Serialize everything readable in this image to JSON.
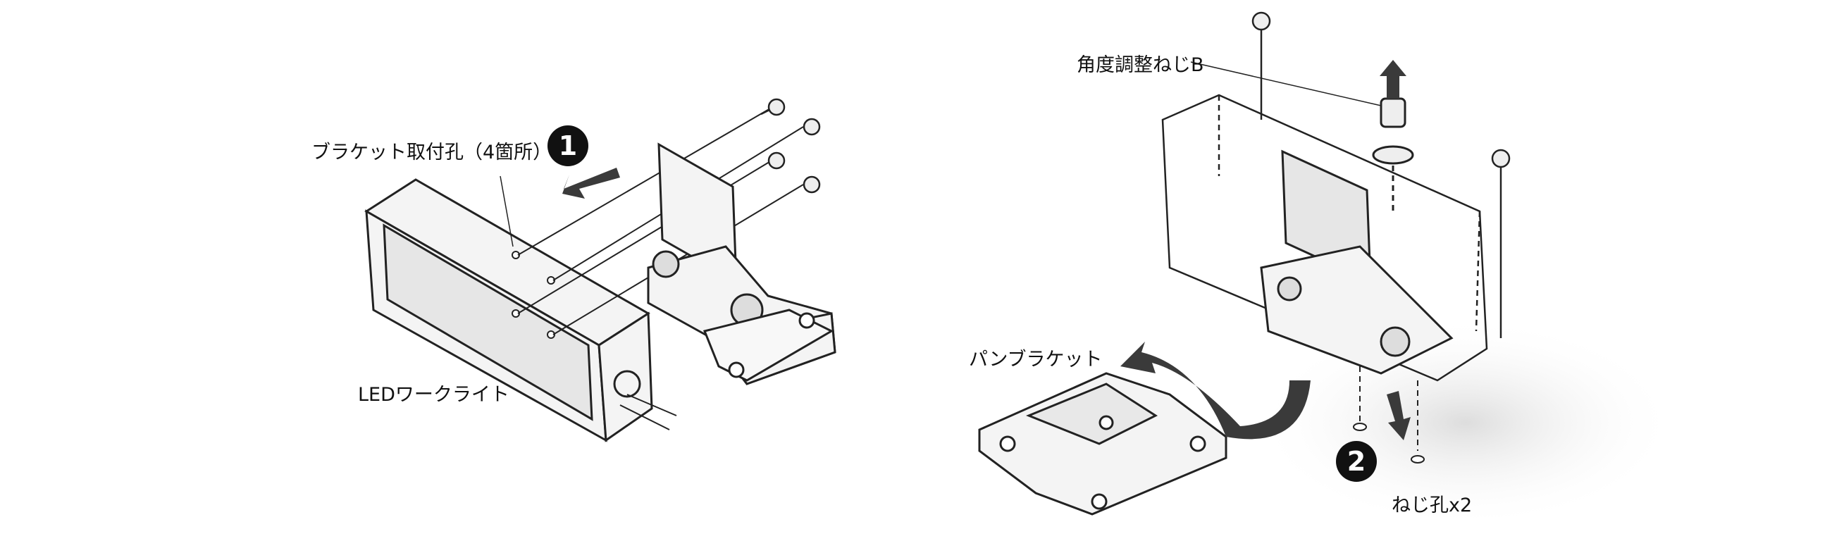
{
  "step1": {
    "badge": "1",
    "mount_hole_label": "ブラケット取付孔（4箇所）",
    "light_label": "LEDワークライト"
  },
  "step2": {
    "badge": "2",
    "screw_label": "角度調整ねじB",
    "pan_bracket_label": "パンブラケット",
    "screw_hole_label": "ねじ孔x2"
  },
  "colors": {
    "line": "#222222",
    "fill": "#f2f2f2",
    "arrow": "#3a3a3a"
  }
}
